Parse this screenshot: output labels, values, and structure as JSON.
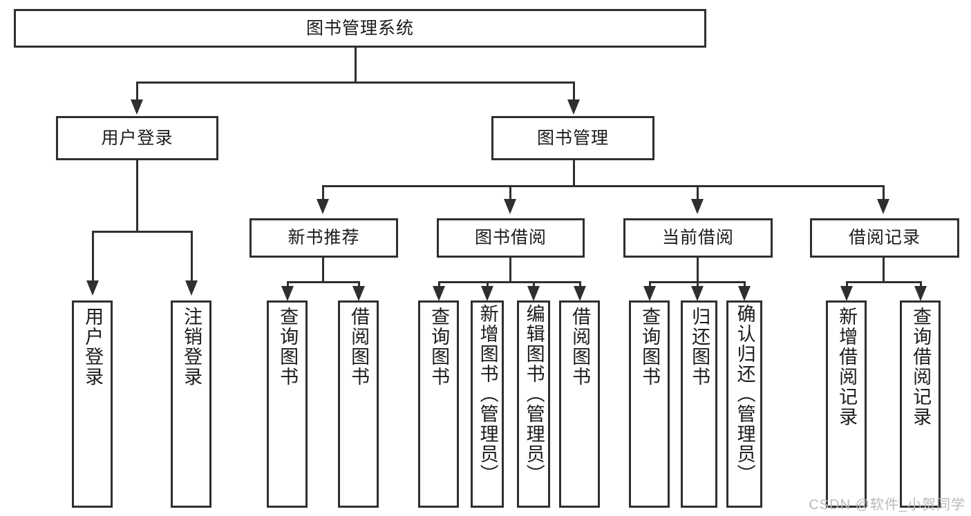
{
  "diagram": {
    "type": "tree-hierarchy",
    "title": "图书管理系统",
    "watermark": "CSDN @软件_小贺同学",
    "colors": {
      "box_border": "#2f2f2f",
      "box_fill": "#ffffff",
      "connector": "#2f2f2f",
      "text": "#1b1b1b",
      "watermark": "#b9b9b9",
      "background": "#ffffff"
    },
    "root": {
      "label": "图书管理系统"
    },
    "level2": [
      {
        "label": "用户登录"
      },
      {
        "label": "图书管理"
      }
    ],
    "level3": [
      {
        "label": "新书推荐"
      },
      {
        "label": "图书借阅"
      },
      {
        "label": "当前借阅"
      },
      {
        "label": "借阅记录"
      }
    ],
    "leaves": {
      "user_login": [
        {
          "label": "用户登录"
        },
        {
          "label": "注销登录"
        }
      ],
      "new_book_recommend": [
        {
          "label": "查询图书"
        },
        {
          "label": "借阅图书"
        }
      ],
      "book_borrow": [
        {
          "label": "查询图书"
        },
        {
          "label": "新增图书（管理员）"
        },
        {
          "label": "编辑图书（管理员）"
        },
        {
          "label": "借阅图书"
        }
      ],
      "current_borrow": [
        {
          "label": "查询图书"
        },
        {
          "label": "归还图书"
        },
        {
          "label": "确认归还（管理员）"
        }
      ],
      "borrow_records": [
        {
          "label": "新增借阅记录"
        },
        {
          "label": "查询借阅记录"
        }
      ]
    }
  }
}
